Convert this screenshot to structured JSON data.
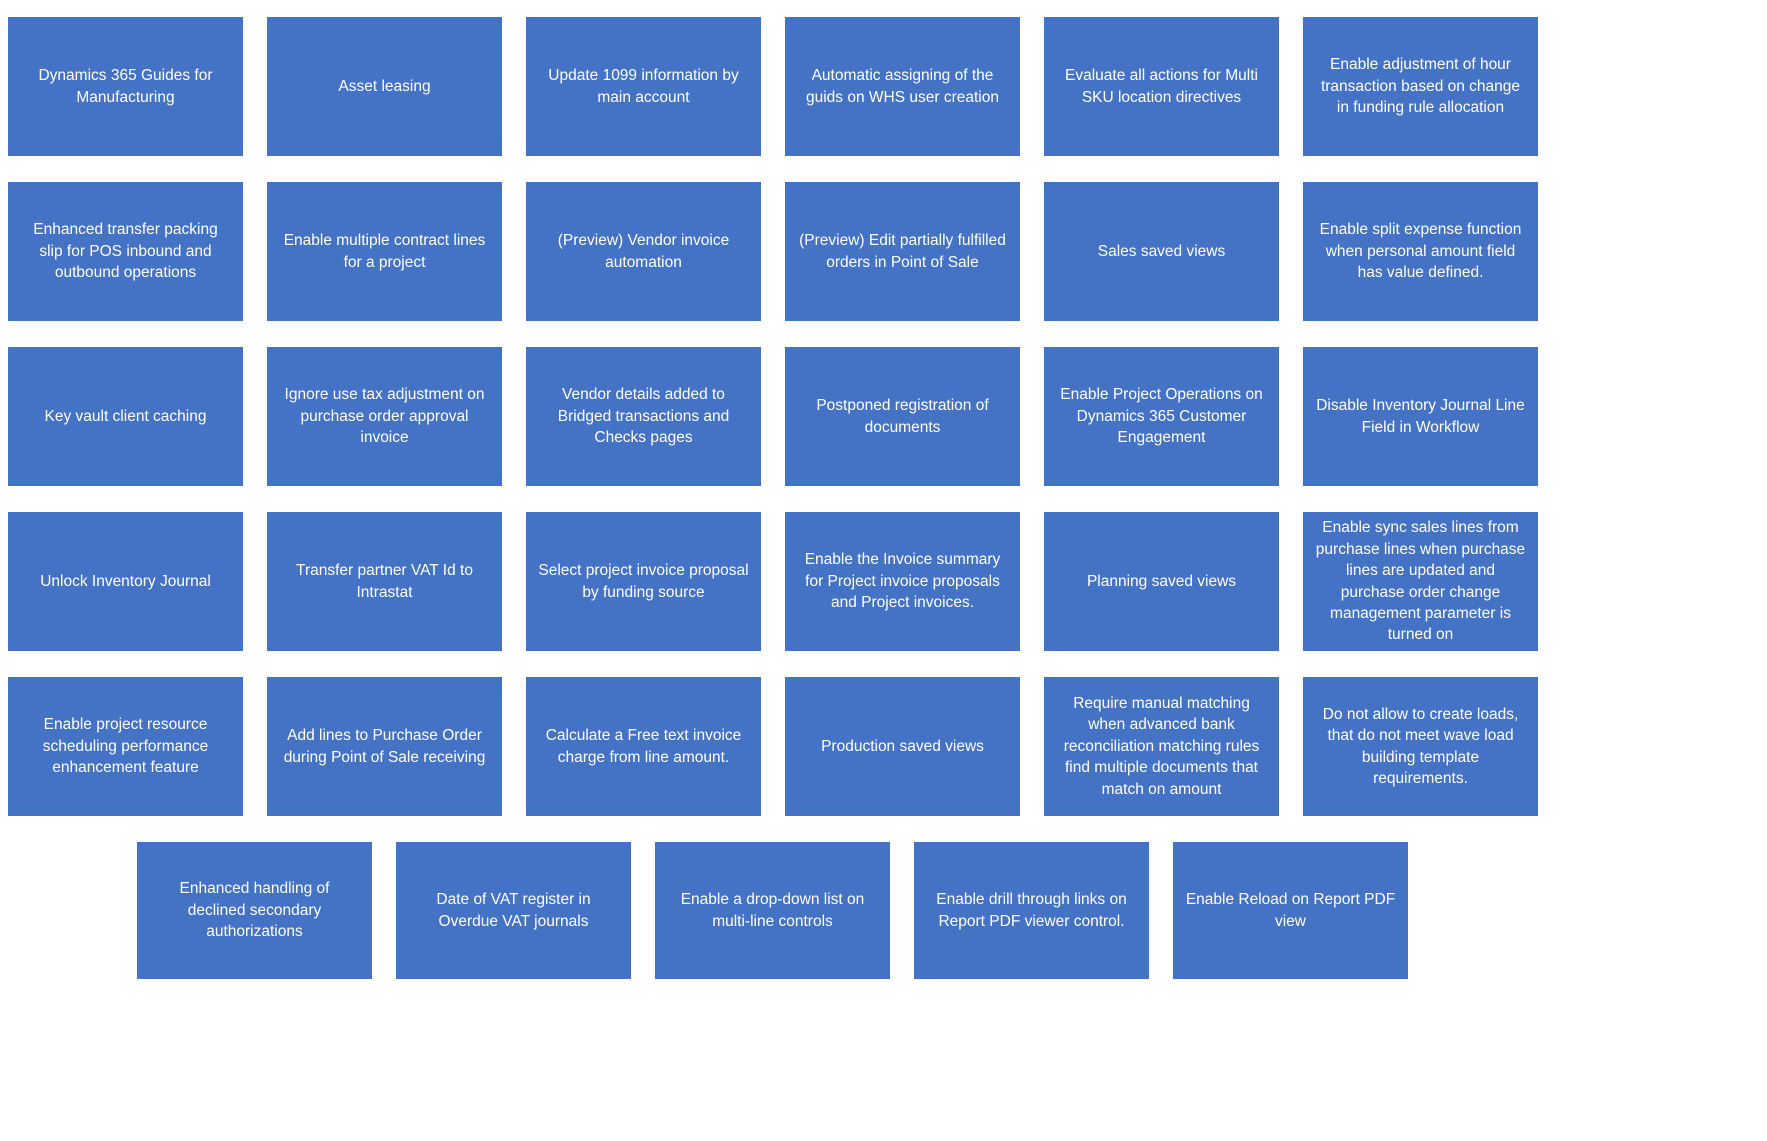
{
  "colors": {
    "tile_fill": "#4472C4",
    "tile_text": "#FFFFFF",
    "background": "#FFFFFF"
  },
  "diagram": {
    "rows": [
      {
        "tiles": [
          "Dynamics 365 Guides for Manufacturing",
          "Asset leasing",
          "Update 1099 information by main account",
          "Automatic assigning of the guids on WHS user creation",
          "Evaluate all actions for Multi SKU location directives",
          "Enable adjustment of hour transaction based on change in funding rule allocation"
        ]
      },
      {
        "tiles": [
          "Enhanced transfer packing slip for POS inbound and outbound operations",
          "Enable multiple contract lines for a project",
          "(Preview) Vendor invoice automation",
          "(Preview) Edit partially fulfilled orders in Point of Sale",
          "Sales saved views",
          "Enable split expense function when personal amount field has value defined."
        ]
      },
      {
        "tiles": [
          "Key vault client caching",
          "Ignore use tax adjustment on purchase order approval invoice",
          "Vendor details added to Bridged transactions and Checks pages",
          "Postponed registration of documents",
          "Enable Project Operations on Dynamics 365 Customer Engagement",
          "Disable Inventory Journal Line Field in Workflow"
        ]
      },
      {
        "tiles": [
          "Unlock Inventory Journal",
          "Transfer partner VAT Id to Intrastat",
          "Select project invoice proposal by funding source",
          "Enable the Invoice summary for Project invoice proposals and Project invoices.",
          "Planning saved views",
          "Enable sync sales lines from purchase lines when purchase lines are updated and purchase order change management parameter is turned on"
        ]
      },
      {
        "tiles": [
          "Enable project resource scheduling performance enhancement feature",
          "Add lines to Purchase Order during Point of Sale receiving",
          "Calculate a Free text invoice charge from line amount.",
          "Production saved views",
          "Require manual matching when advanced bank reconciliation matching rules find multiple documents that match on amount",
          "Do not allow to create loads, that do not meet wave load building template requirements."
        ]
      },
      {
        "tiles": [
          "Enhanced handling of declined secondary authorizations",
          "Date of VAT register in Overdue VAT journals",
          "Enable a drop-down list on multi-line controls",
          "Enable drill through links on Report PDF viewer control.",
          "Enable Reload on Report PDF view"
        ]
      }
    ]
  }
}
